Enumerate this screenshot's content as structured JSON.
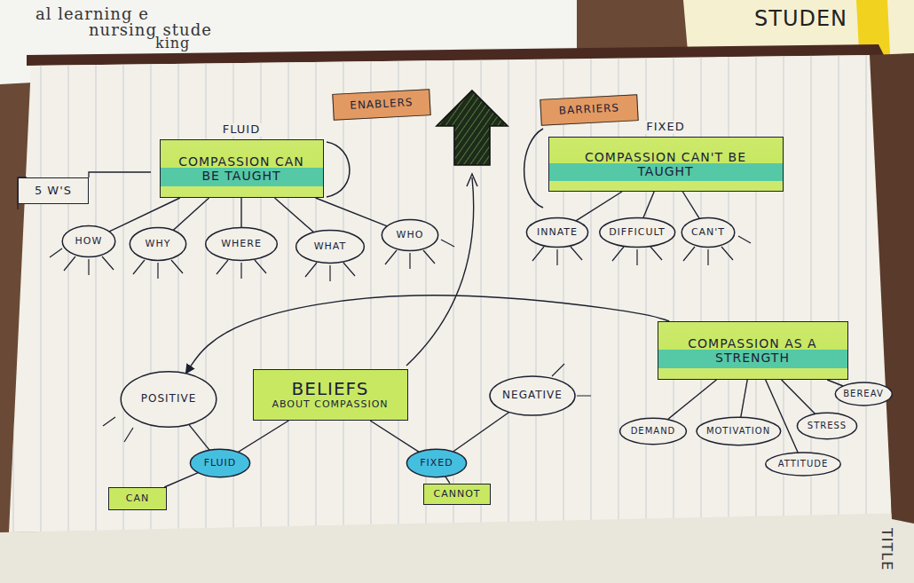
{
  "diagram": {
    "nodes": [
      {
        "text": [
          "ENABLERS"
        ]
      },
      {
        "text": [
          "BARRIERS"
        ]
      },
      {
        "text": [
          "FLUID",
          "COMPASSION CAN BE TAUGHT"
        ]
      },
      {
        "text": [
          "FIXED",
          "COMPASSION CAN'T BE TAUGHT"
        ]
      },
      {
        "text": [
          "5 W'S"
        ]
      },
      {
        "text": [
          "HOW"
        ]
      },
      {
        "text": [
          "WHY"
        ]
      },
      {
        "text": [
          "WHERE"
        ]
      },
      {
        "text": [
          "WHAT"
        ]
      },
      {
        "text": [
          "WHO"
        ]
      },
      {
        "text": [
          "INNATE"
        ]
      },
      {
        "text": [
          "DIFFICULT"
        ]
      },
      {
        "text": [
          "CAN'T"
        ]
      },
      {
        "text": [
          "COMPASSION AS A STRENGTH"
        ]
      },
      {
        "text": [
          "POSITIVE"
        ]
      },
      {
        "text": [
          "BELIEFS",
          "ABOUT COMPASSION"
        ]
      },
      {
        "text": [
          "NEGATIVE"
        ]
      },
      {
        "text": [
          "DEMAND"
        ]
      },
      {
        "text": [
          "MOTIVATION"
        ]
      },
      {
        "text": [
          "STRESS"
        ]
      },
      {
        "text": [
          "BEREAV"
        ]
      },
      {
        "text": [
          "ATTITUDE"
        ]
      },
      {
        "text": [
          "FLUID"
        ]
      },
      {
        "text": [
          "FIXED"
        ]
      },
      {
        "text": [
          "CAN"
        ]
      },
      {
        "text": [
          "CANNOT"
        ]
      }
    ],
    "edges": [
      {
        "from": 2,
        "to": 5,
        "arrow": "none"
      },
      {
        "from": 2,
        "to": 6,
        "arrow": "none"
      },
      {
        "from": 2,
        "to": 7,
        "arrow": "none"
      },
      {
        "from": 2,
        "to": 8,
        "arrow": "none"
      },
      {
        "from": 2,
        "to": 9,
        "arrow": "none"
      },
      {
        "from": 3,
        "to": 10,
        "arrow": "none"
      },
      {
        "from": 3,
        "to": 11,
        "arrow": "none"
      },
      {
        "from": 3,
        "to": 12,
        "arrow": "none"
      },
      {
        "from": 13,
        "to": 14,
        "arrow": "to"
      },
      {
        "from": 13,
        "to": 17,
        "arrow": "none"
      },
      {
        "from": 13,
        "to": 18,
        "arrow": "none"
      },
      {
        "from": 13,
        "to": 19,
        "arrow": "none"
      },
      {
        "from": 13,
        "to": 20,
        "arrow": "none"
      },
      {
        "from": 13,
        "to": 21,
        "arrow": "none"
      },
      {
        "from": 15,
        "to": 22,
        "arrow": "none"
      },
      {
        "from": 15,
        "to": 23,
        "arrow": "none"
      },
      {
        "from": 22,
        "to": 14,
        "arrow": "none"
      },
      {
        "from": 23,
        "to": 16,
        "arrow": "none"
      },
      {
        "from": 22,
        "to": 24,
        "arrow": "none"
      },
      {
        "from": 23,
        "to": 25,
        "arrow": "none"
      }
    ],
    "labels": [
      "al learning e",
      "nursing stude",
      "king",
      "STUDEN",
      "TITLE"
    ]
  }
}
